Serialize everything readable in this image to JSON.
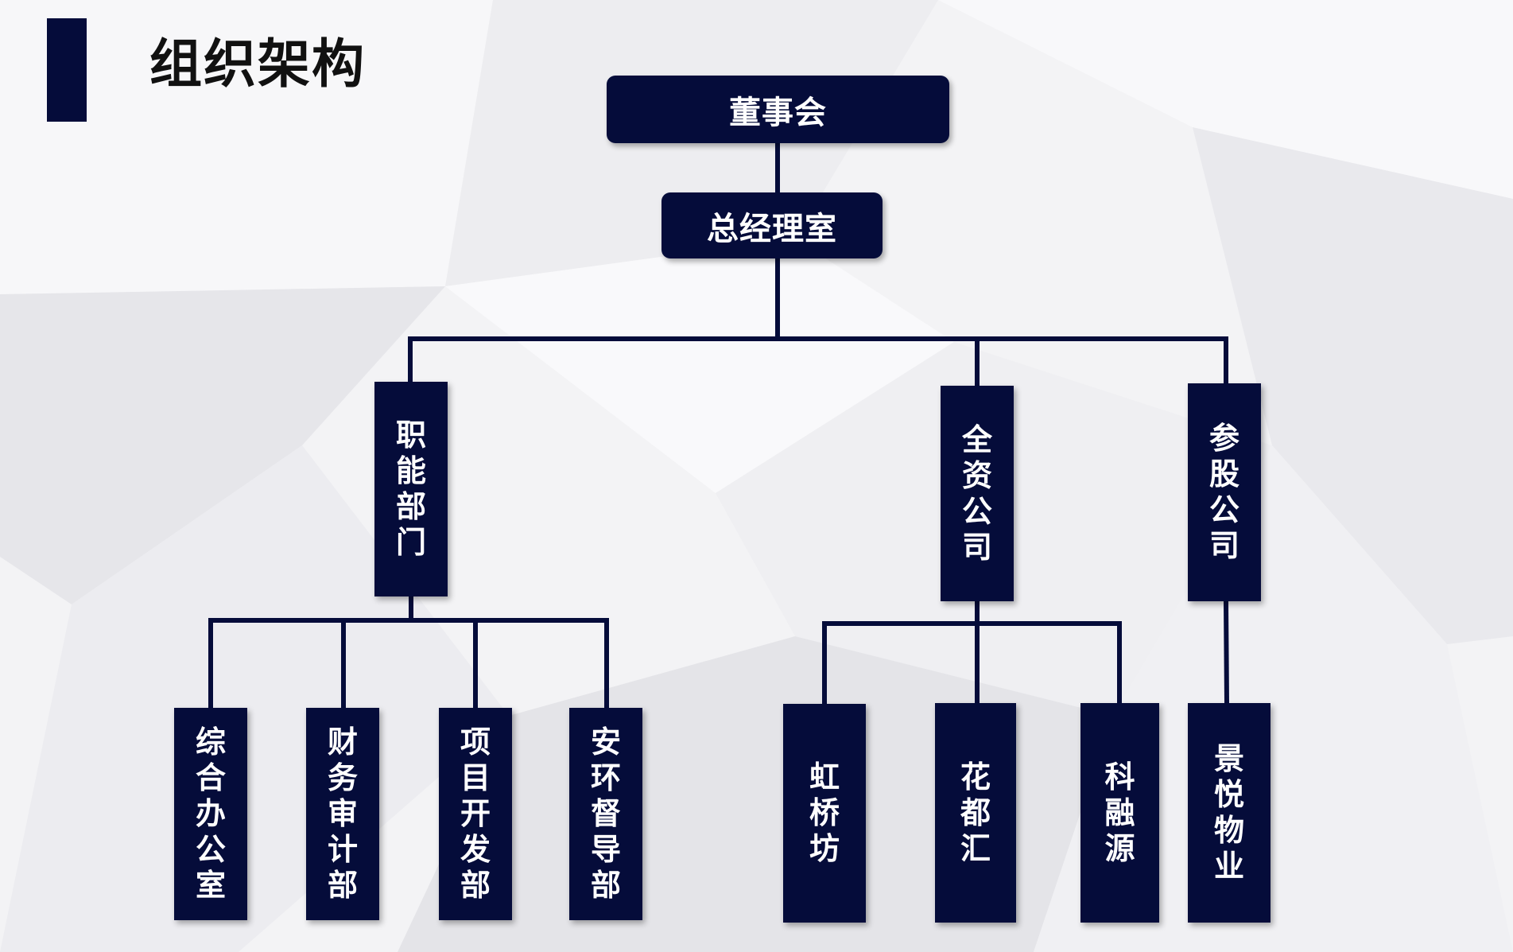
{
  "title": "组织架构",
  "colors": {
    "node_fill": "#050c3a",
    "line": "#050c3a",
    "title": "#111111",
    "background": "#f3f3f5"
  },
  "org": {
    "board": "董事会",
    "gm_office": "总经理室",
    "divisions": {
      "functional": "职能部门",
      "wholly_owned": "全资公司",
      "equity": "参股公司"
    },
    "functional_units": [
      "综合办公室",
      "财务审计部",
      "项目开发部",
      "安环督导部"
    ],
    "wholly_owned_units": [
      "虹桥坊",
      "花都汇",
      "科融源"
    ],
    "equity_units": [
      "景悦物业"
    ]
  }
}
